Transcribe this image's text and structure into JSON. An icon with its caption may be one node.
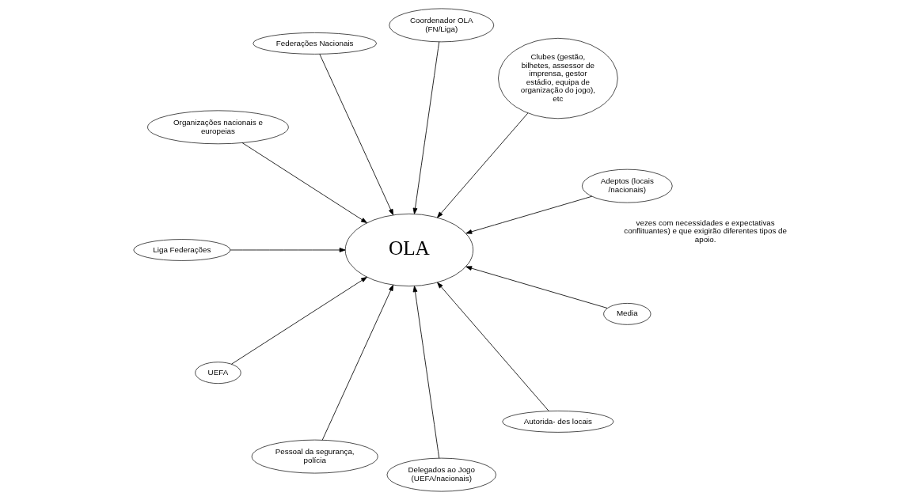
{
  "diagram": {
    "nodes": [
      {
        "text": [
          "OLA"
        ]
      },
      {
        "text": [
          "Adeptos (locais /nacionais)"
        ]
      },
      {
        "text": [
          "Clubes (gestão, bilhetes, assessor de imprensa, gestor estádio, equipa de organização do jogo), etc"
        ]
      },
      {
        "text": [
          "Coordenador OLA (FN/Liga)"
        ]
      },
      {
        "text": [
          "Federações Nacionais"
        ]
      },
      {
        "text": [
          "Organizações nacionais e europeias"
        ]
      },
      {
        "text": [
          "Liga Federações"
        ]
      },
      {
        "text": [
          "UEFA"
        ]
      },
      {
        "text": [
          "Pessoal da segurança, polícia"
        ]
      },
      {
        "text": [
          "Delegados ao Jogo (UEFA/nacionais)"
        ]
      },
      {
        "text": [
          "Autorida- des locais"
        ]
      },
      {
        "text": [
          "Media"
        ]
      }
    ],
    "edges": [
      {
        "from": 1,
        "to": 0,
        "arrow": "to"
      },
      {
        "from": 2,
        "to": 0,
        "arrow": "to"
      },
      {
        "from": 3,
        "to": 0,
        "arrow": "to"
      },
      {
        "from": 4,
        "to": 0,
        "arrow": "to"
      },
      {
        "from": 5,
        "to": 0,
        "arrow": "to"
      },
      {
        "from": 6,
        "to": 0,
        "arrow": "to"
      },
      {
        "from": 7,
        "to": 0,
        "arrow": "to"
      },
      {
        "from": 8,
        "to": 0,
        "arrow": "to"
      },
      {
        "from": 9,
        "to": 0,
        "arrow": "to"
      },
      {
        "from": 10,
        "to": 0,
        "arrow": "to"
      },
      {
        "from": 11,
        "to": 0,
        "arrow": "to"
      }
    ],
    "labels": [
      "vezes com necessidades e expectativas conflituantes) e que exigirão diferentes tipos de apoio."
    ]
  }
}
